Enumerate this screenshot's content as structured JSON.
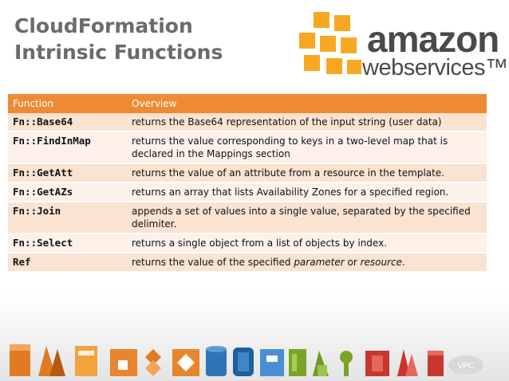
{
  "title_line1": "CloudFormation",
  "title_line2": "Intrinsic Functions",
  "logo": {
    "word1": "amazon",
    "word2": "webservices™",
    "brand_color": "#f7a823",
    "text_color": "#4a4a4a"
  },
  "table": {
    "header_color": "#ef8a34",
    "columns": [
      "Function",
      "Overview"
    ],
    "rows": [
      {
        "fn": "Fn::Base64",
        "overview": "returns the Base64 representation of the input string (user data)"
      },
      {
        "fn": "Fn::FindInMap",
        "overview": "returns the value corresponding to keys in a two-level map that is declared in the Mappings section"
      },
      {
        "fn": "Fn::GetAtt",
        "overview": "returns the value of an attribute from a resource in the template."
      },
      {
        "fn": "Fn::GetAZs",
        "overview": "returns an array that lists Availability Zones for a specified region."
      },
      {
        "fn": "Fn::Join",
        "overview": "appends a set of values into a single value, separated by the specified delimiter."
      },
      {
        "fn": "Fn::Select",
        "overview": "returns a single object from a list of objects by index."
      },
      {
        "fn": "Ref",
        "overview_parts": [
          "returns the value of the specified ",
          "parameter",
          " or ",
          "resource",
          "."
        ]
      }
    ]
  },
  "footer_icons": [
    "storage-icon",
    "compute-icon",
    "glacier-icon",
    "monitor-icon",
    "routing-icon",
    "elb-icon",
    "database-icon",
    "dynamodb-icon",
    "cloudwatch-icon",
    "beanstalk-icon",
    "ses-icon",
    "key-icon",
    "sqs-icon",
    "emr-icon",
    "s3-bucket-icon",
    "vpc-icon"
  ],
  "footer_vpc_label": "VPC"
}
